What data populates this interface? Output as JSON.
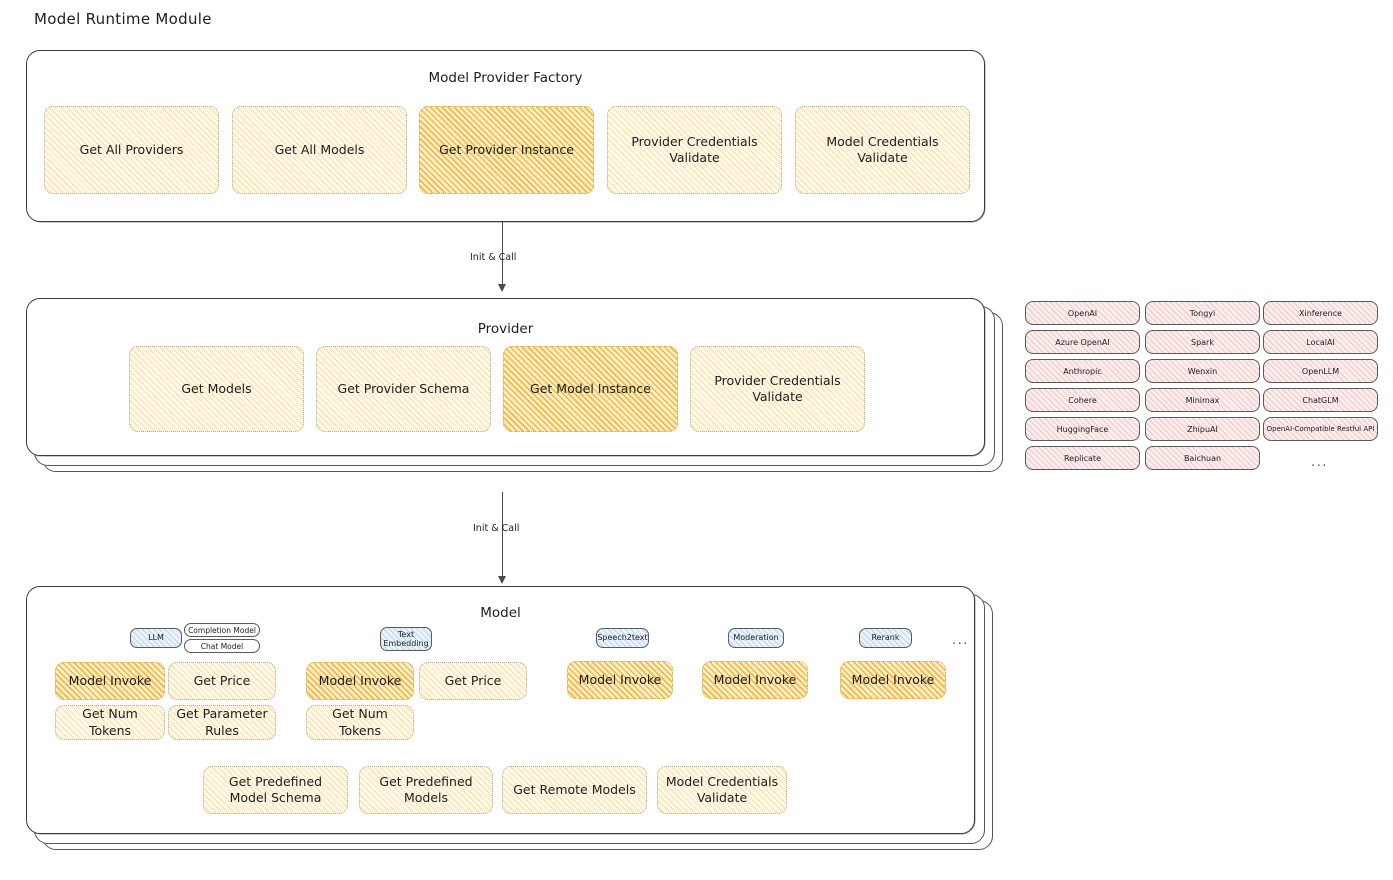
{
  "page": {
    "title": "Model Runtime Module"
  },
  "arrows": [
    {
      "label": "Init & Call"
    },
    {
      "label": "Init & Call"
    }
  ],
  "factory": {
    "title": "Model Provider Factory",
    "items": [
      {
        "label": "Get All Providers",
        "highlight": false
      },
      {
        "label": "Get All Models",
        "highlight": false
      },
      {
        "label": "Get Provider Instance",
        "highlight": true
      },
      {
        "label": "Provider Credentials Validate",
        "highlight": false
      },
      {
        "label": "Model Credentials Validate",
        "highlight": false
      }
    ]
  },
  "provider": {
    "title": "Provider",
    "items": [
      {
        "label": "Get Models",
        "highlight": false
      },
      {
        "label": "Get Provider Schema",
        "highlight": false
      },
      {
        "label": "Get Model Instance",
        "highlight": true
      },
      {
        "label": "Provider Credentials Validate",
        "highlight": false
      }
    ]
  },
  "provider_list": {
    "more": "...",
    "columns": [
      {
        "items": [
          "OpenAI",
          "Azure OpenAI",
          "Anthropic",
          "Cohere",
          "HuggingFace",
          "Replicate"
        ]
      },
      {
        "items": [
          "Tongyi",
          "Spark",
          "Wenxin",
          "Minimax",
          "ZhipuAI",
          "Baichuan"
        ]
      },
      {
        "items": [
          "Xinference",
          "LocalAI",
          "OpenLLM",
          "ChatGLM",
          "OpenAI-Compatible Restful API"
        ]
      }
    ]
  },
  "model": {
    "title": "Model",
    "more": "...",
    "types": [
      {
        "badge": "LLM",
        "tags": [
          "Completion Model",
          "Chat Model"
        ],
        "methods": [
          {
            "label": "Model Invoke",
            "highlight": true
          },
          {
            "label": "Get Price",
            "highlight": false
          },
          {
            "label": "Get Num Tokens",
            "highlight": false
          },
          {
            "label": "Get Parameter Rules",
            "highlight": false
          }
        ]
      },
      {
        "badge": "Text Embedding",
        "tags": [],
        "methods": [
          {
            "label": "Model Invoke",
            "highlight": true
          },
          {
            "label": "Get Price",
            "highlight": false
          },
          {
            "label": "Get Num Tokens",
            "highlight": false
          }
        ]
      },
      {
        "badge": "Speech2text",
        "tags": [],
        "methods": [
          {
            "label": "Model Invoke",
            "highlight": true
          }
        ]
      },
      {
        "badge": "Moderation",
        "tags": [],
        "methods": [
          {
            "label": "Model Invoke",
            "highlight": true
          }
        ]
      },
      {
        "badge": "Rerank",
        "tags": [],
        "methods": [
          {
            "label": "Model Invoke",
            "highlight": true
          }
        ]
      }
    ],
    "shared_methods": [
      {
        "label": "Get Predefined Model Schema",
        "highlight": false
      },
      {
        "label": "Get Predefined Models",
        "highlight": false
      },
      {
        "label": "Get Remote Models",
        "highlight": false
      },
      {
        "label": "Model Credentials Validate",
        "highlight": false
      }
    ]
  }
}
